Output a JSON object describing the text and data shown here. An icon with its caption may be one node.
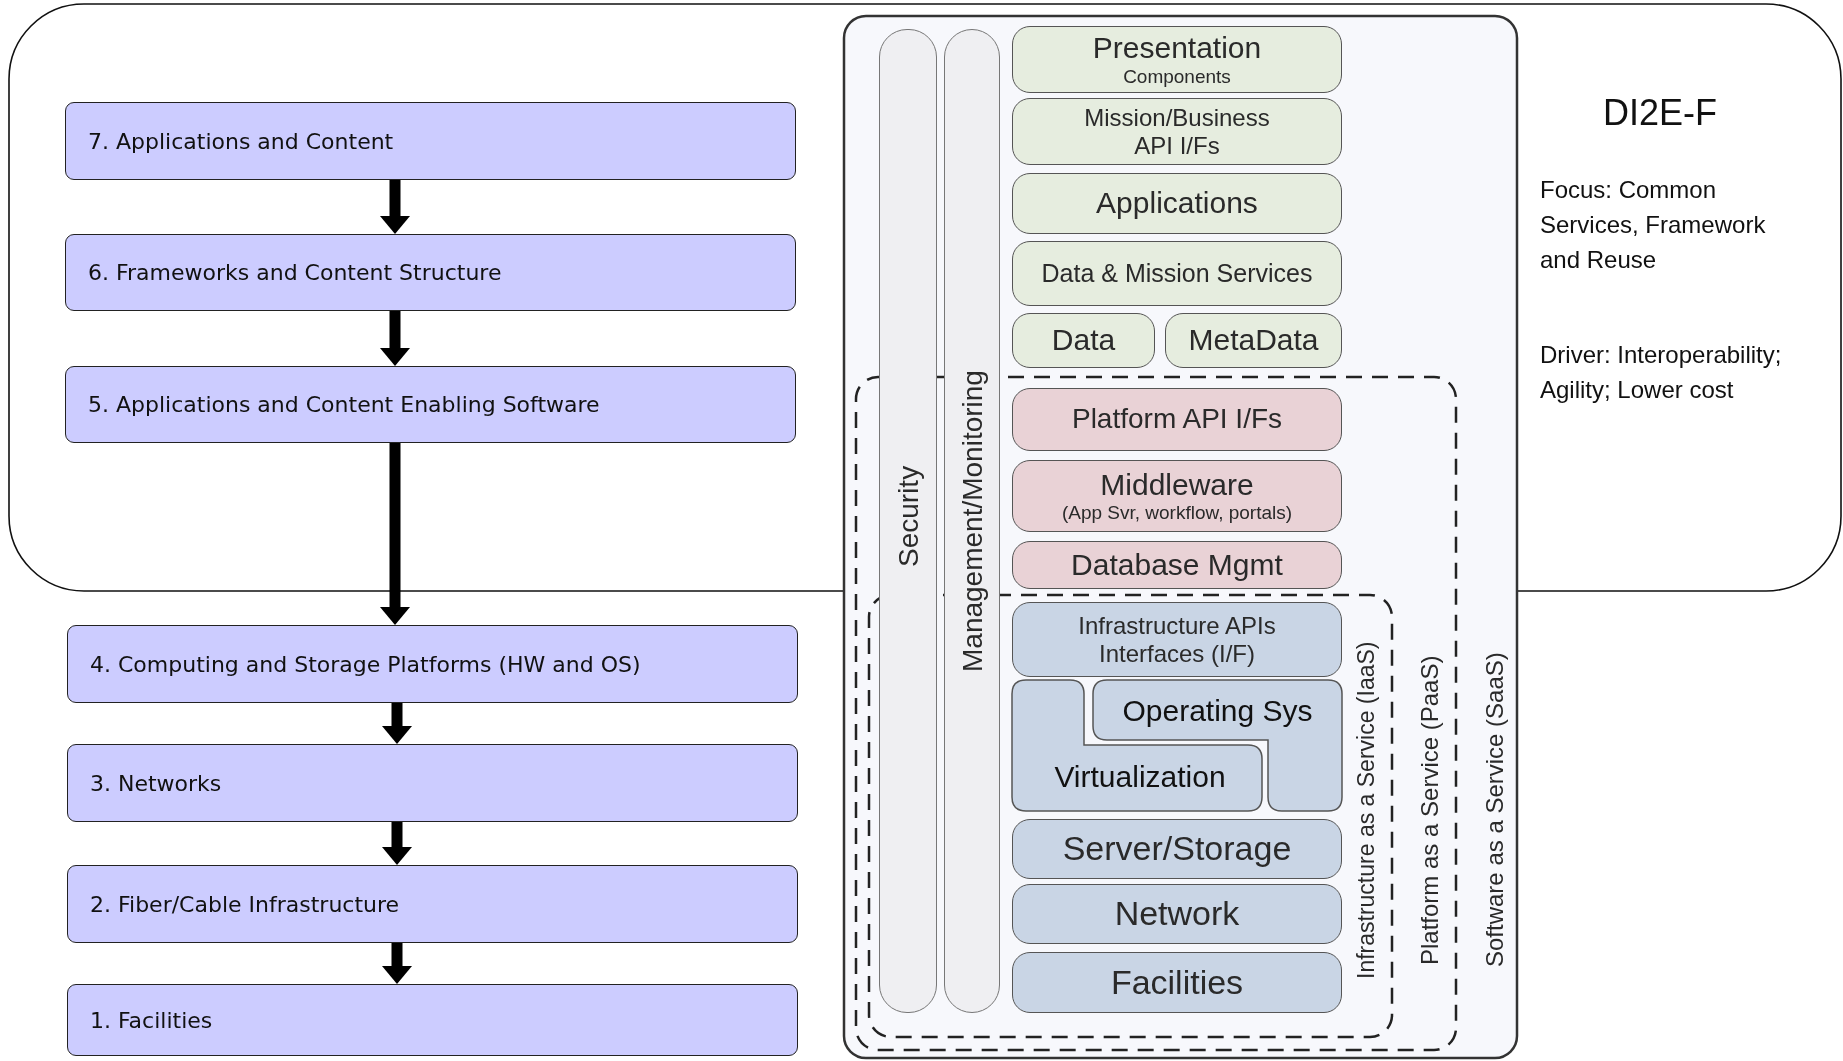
{
  "diagram": {
    "nodes": [
      {
        "text": [
          "DI2E-F",
          "Focus: Common Services, Framework and Reuse",
          "Driver: Interoperability; Agility; Lower cost"
        ]
      },
      {
        "text": [
          "7. Applications and Content"
        ],
        "in": 0
      },
      {
        "text": [
          "6. Frameworks and Content Structure"
        ],
        "in": 0
      },
      {
        "text": [
          "5. Applications and Content Enabling Software"
        ],
        "in": 0
      },
      {
        "text": [
          "4. Computing and Storage Platforms (HW and OS)"
        ]
      },
      {
        "text": [
          "3. Networks"
        ]
      },
      {
        "text": [
          "2. Fiber/Cable Infrastructure"
        ]
      },
      {
        "text": [
          "1. Facilities"
        ]
      },
      {
        "text": [
          "Software as a Service (SaaS)"
        ]
      },
      {
        "text": [
          "Security"
        ],
        "in": 8
      },
      {
        "text": [
          "Management/Monitoring"
        ],
        "in": 8
      },
      {
        "text": [
          "Presentation",
          "Components"
        ]
      },
      {
        "text": [
          "Mission/Business API I/Fs"
        ]
      },
      {
        "text": [
          "Applications"
        ]
      },
      {
        "text": [
          "Data & Mission Services"
        ]
      },
      {
        "text": [
          "Data"
        ]
      },
      {
        "text": [
          "MetaData"
        ]
      },
      {
        "text": [
          "Platform as a Service (PaaS)"
        ],
        "in": 8
      },
      {
        "text": [
          "Platform API I/Fs"
        ]
      },
      {
        "text": [
          "Middleware",
          "(App Svr, workflow, portals)"
        ]
      },
      {
        "text": [
          "Database Mgmt"
        ]
      },
      {
        "text": [
          "Infrastructure as a Service (IaaS)"
        ],
        "in": 17
      },
      {
        "text": [
          "Infrastructure APIs Interfaces (I/F)"
        ],
        "in": 21
      },
      {
        "text": [
          "Operating Sys"
        ],
        "in": 21
      },
      {
        "text": [
          "Virtualization"
        ],
        "in": 21
      },
      {
        "text": [
          "Server/Storage"
        ],
        "in": 21
      },
      {
        "text": [
          "Network"
        ],
        "in": 21
      },
      {
        "text": [
          "Facilities"
        ],
        "in": 21
      }
    ],
    "edges": [
      {
        "from": 1,
        "to": 2,
        "arrow": "to"
      },
      {
        "from": 2,
        "to": 3,
        "arrow": "to"
      },
      {
        "from": 3,
        "to": 4,
        "arrow": "to"
      },
      {
        "from": 4,
        "to": 5,
        "arrow": "to"
      },
      {
        "from": 5,
        "to": 6,
        "arrow": "to"
      },
      {
        "from": 6,
        "to": 7,
        "arrow": "to"
      }
    ]
  }
}
